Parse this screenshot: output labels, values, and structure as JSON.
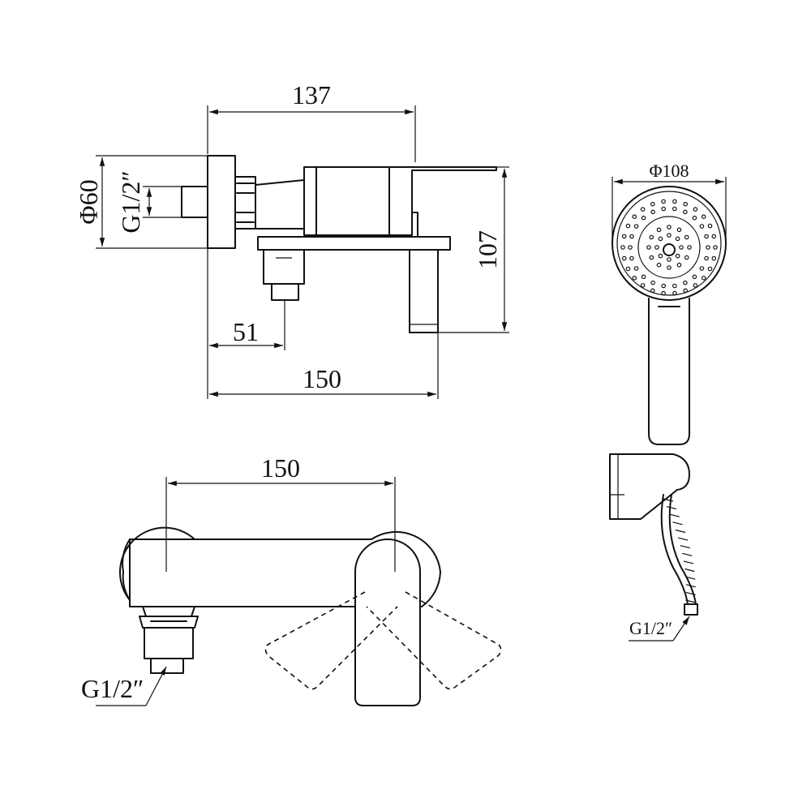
{
  "side_view": {
    "width_top": "137",
    "diameter": "Φ60",
    "thread_left": "G1/2″",
    "height_right": "107",
    "inlet_offset": "51",
    "width_bottom": "150"
  },
  "top_view": {
    "width": "150",
    "thread": "G1/2″"
  },
  "hand_shower": {
    "diameter": "Φ108",
    "thread": "G1/2″"
  }
}
